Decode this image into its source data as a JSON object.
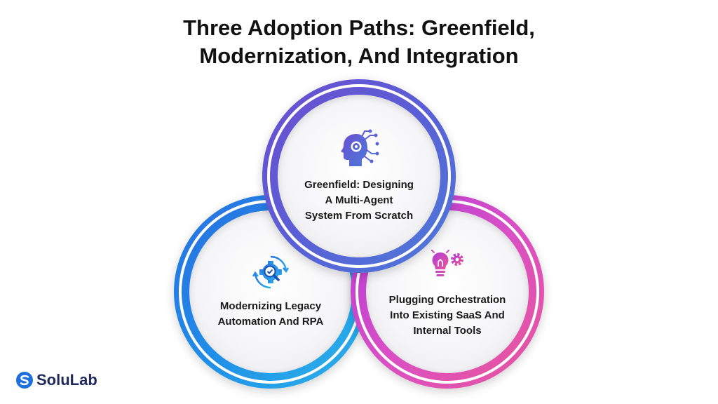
{
  "title": {
    "line1": "Three Adoption Paths: Greenfield,",
    "line2": "Modernization, And Integration"
  },
  "circles": {
    "top": {
      "icon": "brain-gear-circuit-icon",
      "lines": [
        "Greenfield: Designing",
        "A Multi-Agent",
        "System From Scratch"
      ],
      "color": "#5a5fd6"
    },
    "left": {
      "icon": "gear-magnifier-check-icon",
      "lines": [
        "Modernizing Legacy",
        "Automation And RPA"
      ],
      "color": "#1f8de8"
    },
    "right": {
      "icon": "lightbulb-gear-icon",
      "lines": [
        "Plugging Orchestration",
        "Into Existing SaaS And",
        "Internal Tools"
      ],
      "color": "#d94fc6"
    }
  },
  "logo": {
    "text": "SoluLab",
    "icon": "solulab-logo-icon",
    "color": "#1d2a5b"
  }
}
